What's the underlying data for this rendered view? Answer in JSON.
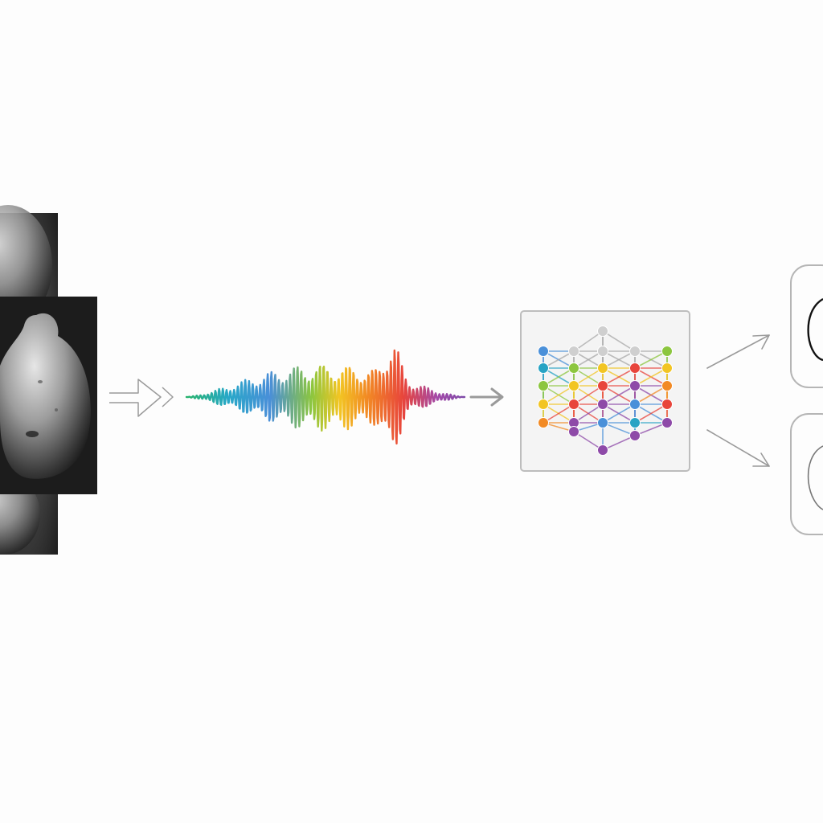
{
  "diagram": {
    "stages": [
      {
        "id": "input-images",
        "icon": "grayscale-photo-stack-icon"
      },
      {
        "id": "input-arrow",
        "icon": "double-chevron-arrow-icon"
      },
      {
        "id": "spectral-signal",
        "icon": "rainbow-waveform-icon"
      },
      {
        "id": "signal-arrow",
        "icon": "arrow-right-icon"
      },
      {
        "id": "neural-network",
        "icon": "neural-network-icon"
      },
      {
        "id": "output-arrows",
        "icon": "diverging-arrows-icon"
      },
      {
        "id": "output-shapes",
        "icon": "outline-shape-icon"
      }
    ],
    "network_layer_colors": [
      "#4a90d9",
      "#27a3c4",
      "#8cc63f",
      "#f2c523",
      "#f28a24",
      "#e8453c",
      "#8e4aa8"
    ],
    "colors": {
      "background": "#fdfdfd",
      "box_border": "#bdbdbd",
      "arrow": "#9a9a9a",
      "node_gray": "#cfcfcf"
    }
  }
}
